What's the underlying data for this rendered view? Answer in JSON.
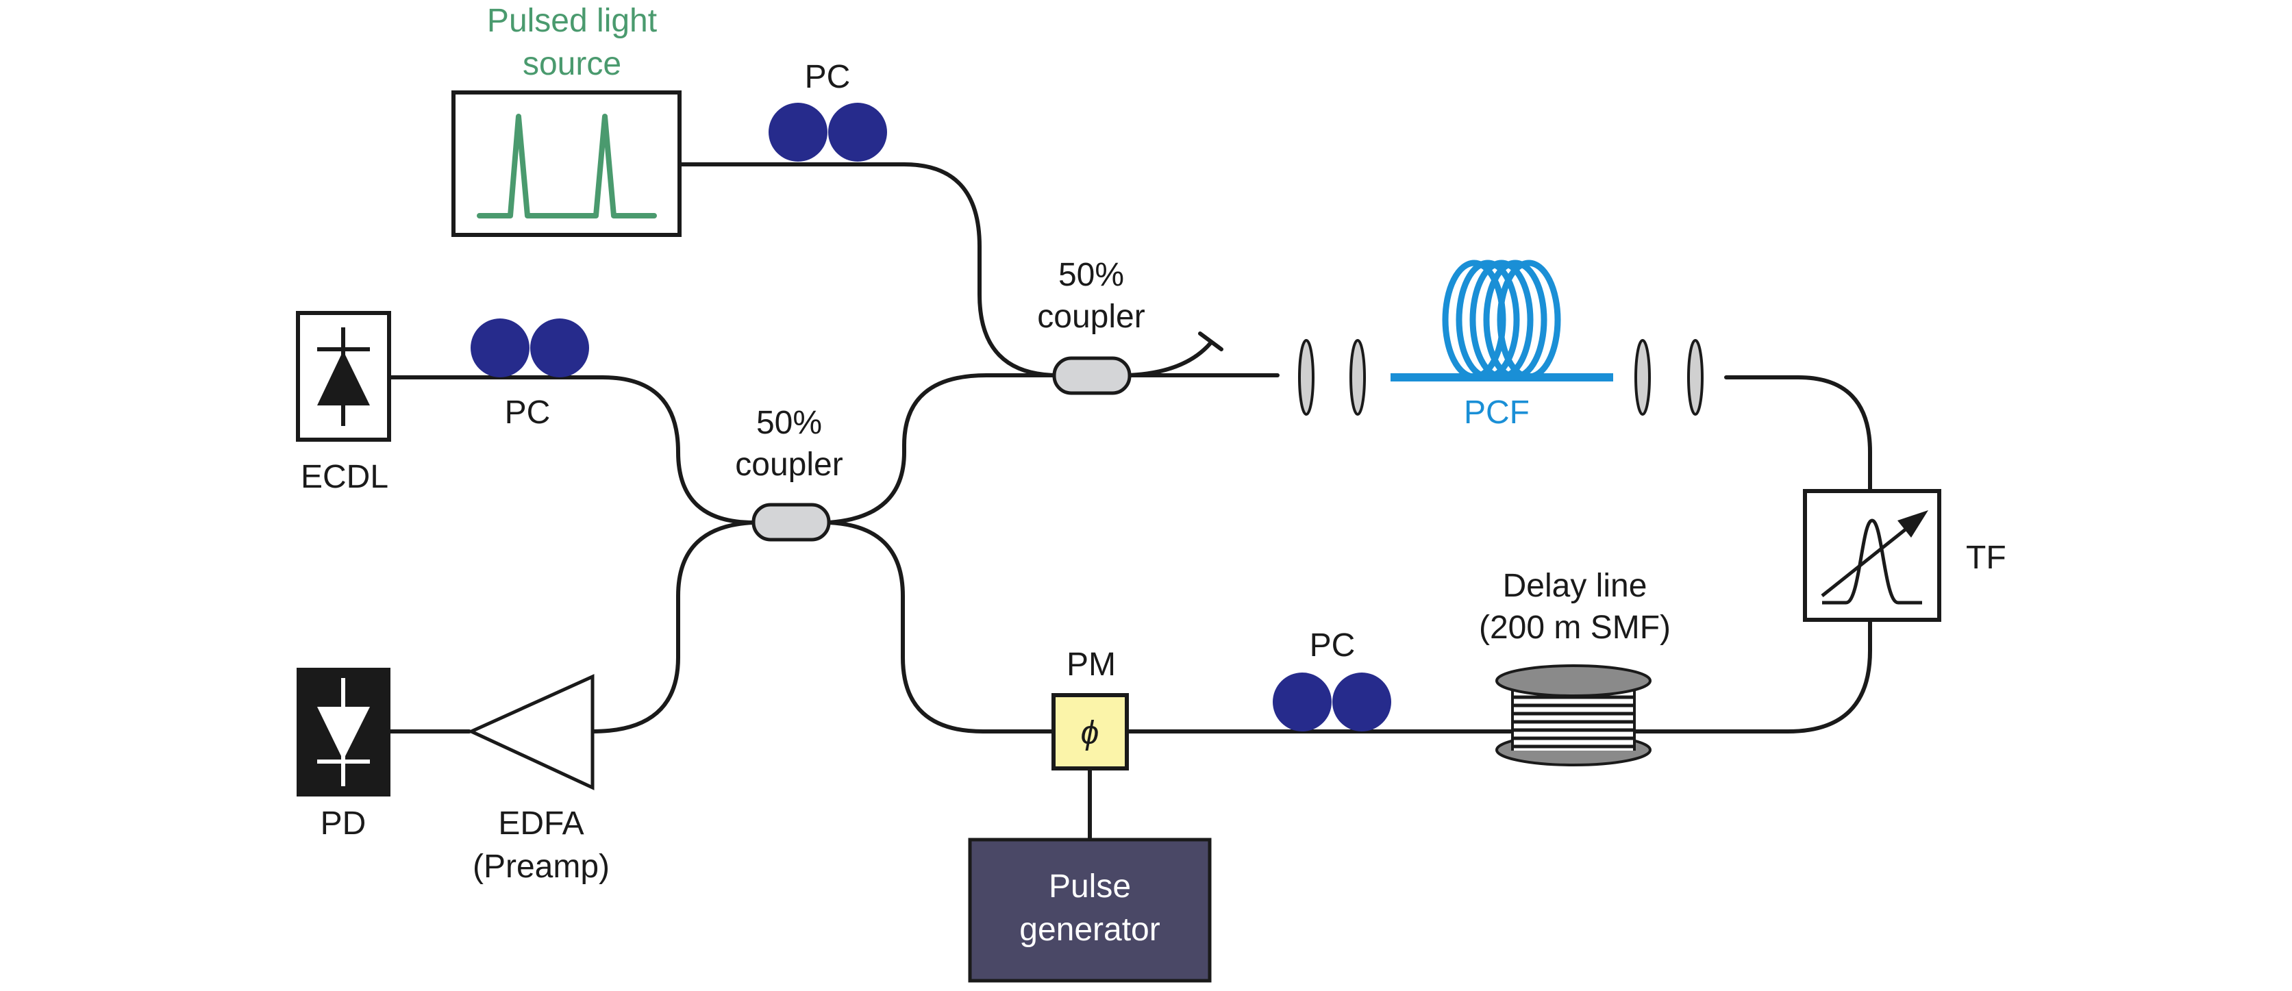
{
  "labels": {
    "pulsed_light_source_line1": "Pulsed light",
    "pulsed_light_source_line2": "source",
    "pc_top": "PC",
    "pc_mid": "PC",
    "pc_bottom": "PC",
    "coupler_upper_line1": "50%",
    "coupler_upper_line2": "coupler",
    "coupler_lower_line1": "50%",
    "coupler_lower_line2": "coupler",
    "ecdl": "ECDL",
    "pcf": "PCF",
    "tf": "TF",
    "delay_line_line1": "Delay line",
    "delay_line_line2": "(200 m SMF)",
    "pm": "PM",
    "phi_symbol": "ϕ",
    "pd": "PD",
    "edfa_line1": "EDFA",
    "edfa_line2": "(Preamp)",
    "pulse_generator_line1": "Pulse",
    "pulse_generator_line2": "generator"
  },
  "colors": {
    "fiber": "#1a1a1a",
    "polarization_controller": "#262b8c",
    "pcf": "#1a8fd6",
    "pulsed_source_trace": "#4a9a6e",
    "coupler_fill": "#d4d5d7",
    "phase_modulator_fill": "#fbf4a9",
    "pulse_generator_fill": "#4a4866",
    "lens_fill": "#d0d0d0"
  }
}
